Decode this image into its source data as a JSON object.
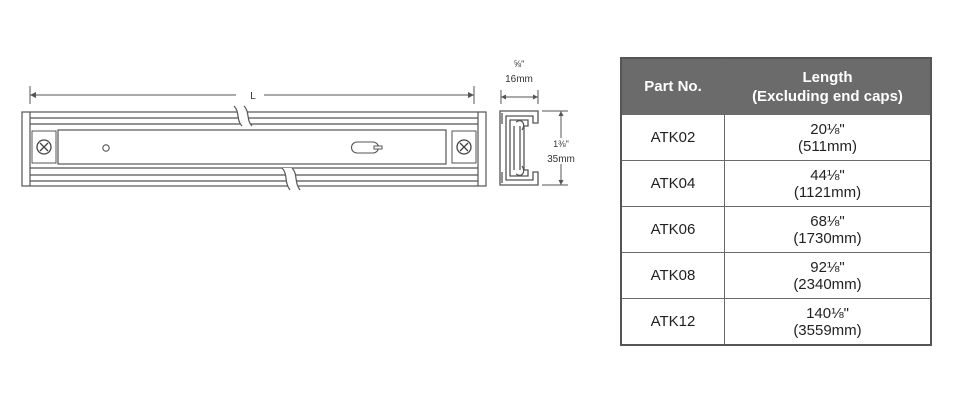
{
  "diagram": {
    "length_label": "L",
    "width_fraction": "⅝\"",
    "width_mm": "16mm",
    "height_fraction": "1⅜\"",
    "height_mm": "35mm"
  },
  "table": {
    "headers": {
      "part_no": "Part No.",
      "length_line1": "Length",
      "length_line2": "(Excluding end caps)"
    },
    "rows": [
      {
        "part": "ATK02",
        "inches": "20⅛\"",
        "mm": "(511mm)"
      },
      {
        "part": "ATK04",
        "inches": "44⅛\"",
        "mm": "(1121mm)"
      },
      {
        "part": "ATK06",
        "inches": "68⅛\"",
        "mm": "(1730mm)"
      },
      {
        "part": "ATK08",
        "inches": "92⅛\"",
        "mm": "(2340mm)"
      },
      {
        "part": "ATK12",
        "inches": "140⅛\"",
        "mm": "(3559mm)"
      }
    ]
  },
  "colors": {
    "line": "#555555",
    "header_bg": "#6b6b6b"
  }
}
